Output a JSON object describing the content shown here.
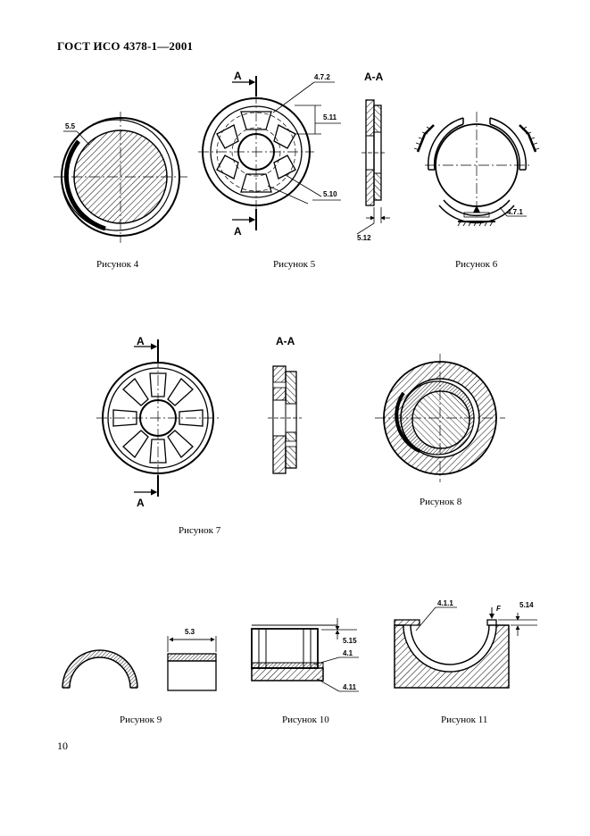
{
  "header": {
    "title": "ГОСТ ИСО 4378-1—2001"
  },
  "page_number": "10",
  "figures": {
    "fig4": {
      "caption": "Рисунок 4",
      "labels": {
        "l1": "5.5"
      }
    },
    "fig5": {
      "caption": "Рисунок 5",
      "labels": {
        "sectionTop": "А",
        "sectionBottom": "А",
        "l1": "4.7.2",
        "l2": "5.11",
        "l3": "5.10"
      }
    },
    "fig5s": {
      "labels": {
        "title": "А-А",
        "l1": "5.12"
      }
    },
    "fig6": {
      "caption": "Рисунок 6",
      "labels": {
        "l1": "4.7.1"
      }
    },
    "fig7": {
      "caption": "Рисунок 7",
      "labels": {
        "sectionTop": "А",
        "sectionBottom": "А",
        "title": "А-А"
      }
    },
    "fig8": {
      "caption": "Рисунок 8"
    },
    "fig9": {
      "caption": "Рисунок 9",
      "labels": {
        "l1": "5.3"
      }
    },
    "fig10": {
      "caption": "Рисунок 10",
      "labels": {
        "l1": "5.15",
        "l2": "4.1",
        "l3": "4.11"
      }
    },
    "fig11": {
      "caption": "Рисунок 11",
      "labels": {
        "l1": "4.1.1",
        "l2": "F",
        "l3": "5.14"
      }
    }
  }
}
